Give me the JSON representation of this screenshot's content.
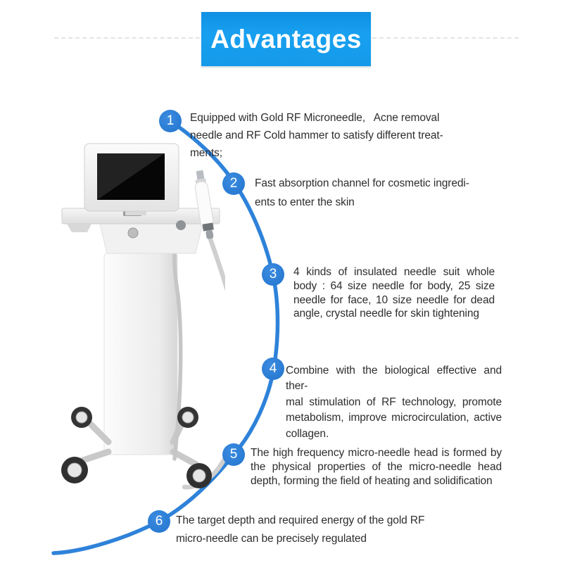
{
  "header": {
    "title": "Advantages"
  },
  "colors": {
    "banner_blue": "#149ae9",
    "badge_blue": "#2779d4",
    "curve_blue": "#2e82d9",
    "text_dark": "#2d2d2d"
  },
  "advantages": [
    {
      "num": "1",
      "lines": [
        "Equipped with Gold RF Microneedle,   Acne removal",
        "needle and RF Cold hammer to satisfy different treat-",
        "ments;"
      ]
    },
    {
      "num": "2",
      "lines": [
        "Fast absorption channel for cosmetic ingredi-",
        "ents to enter the skin"
      ]
    },
    {
      "num": "3",
      "lines": [
        "4 kinds of insulated needle suit whole",
        "body : 64 size needle for body, 25 size",
        "needle for face, 10 size needle for dead",
        "angle, crystal needle for skin tightening"
      ]
    },
    {
      "num": "4",
      "lines": [
        "Combine with the biological effective and ther-",
        "mal stimulation of RF technology, promote",
        "metabolism, improve microcirculation, active",
        "collagen."
      ]
    },
    {
      "num": "5",
      "lines": [
        "The high frequency micro-needle head is formed by",
        "the physical properties of the micro-needle head",
        "depth, forming the field of heating and solidification"
      ]
    },
    {
      "num": "6",
      "lines": [
        "The target depth and required energy of the gold RF",
        "micro-needle can be precisely regulated"
      ]
    }
  ]
}
